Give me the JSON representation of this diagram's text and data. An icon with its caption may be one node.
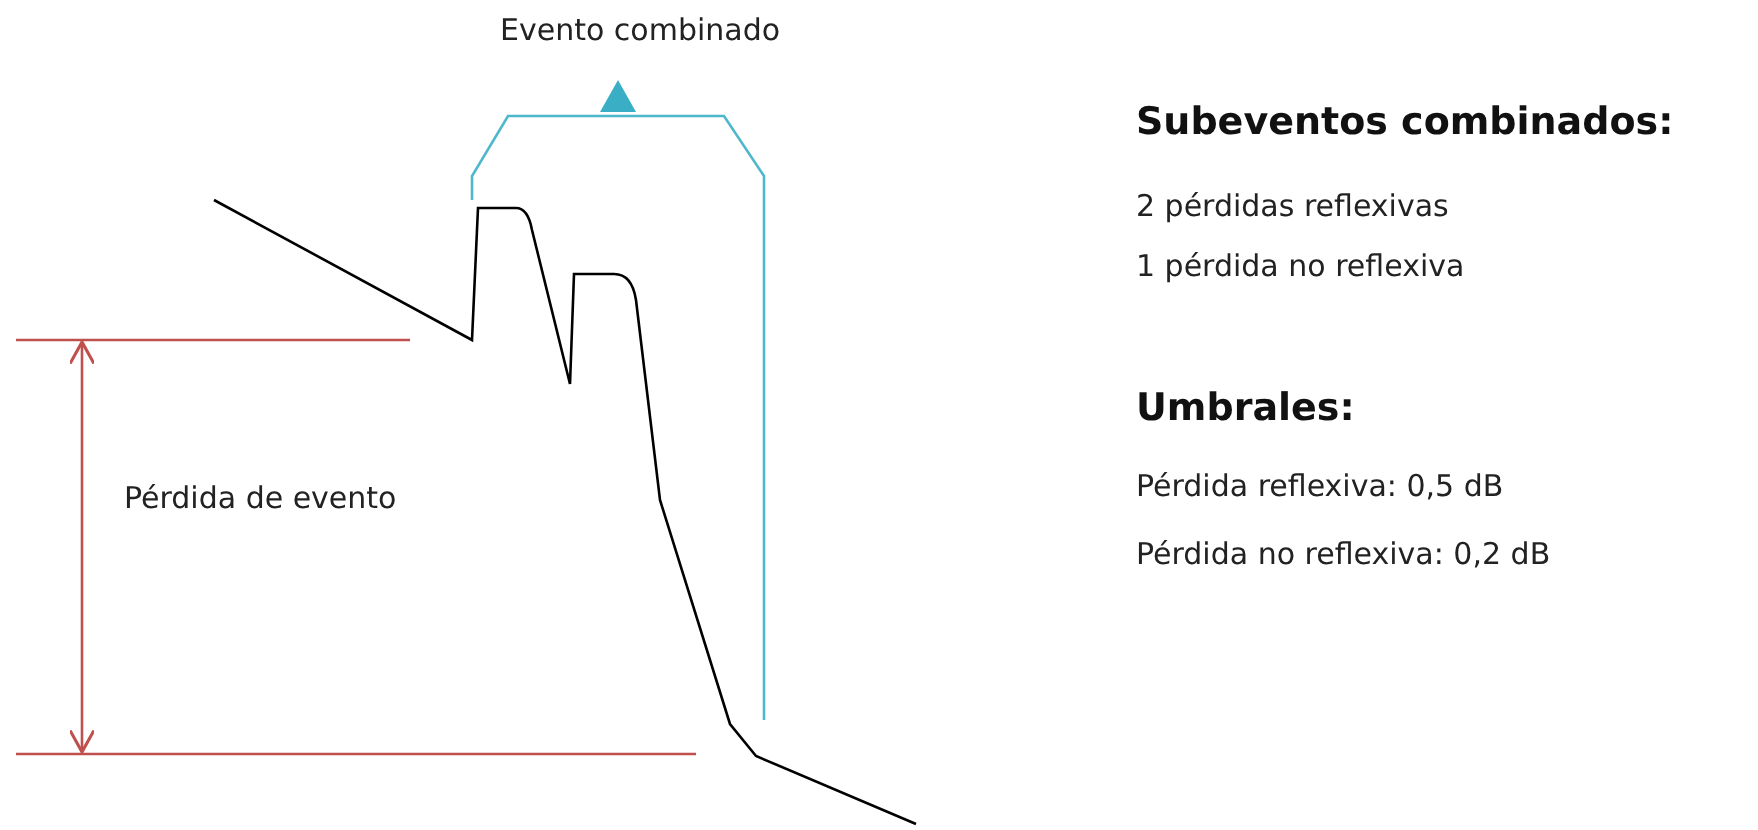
{
  "diagram": {
    "labels": [
      "Evento combinado",
      "Subeventos combinados:",
      "2 pérdidas reflexivas",
      "1 pérdida no reflexiva",
      "Umbrales:",
      "Pérdida reflexiva: 0,5 dB",
      "Pérdida de evento",
      "Pérdida no reflexiva: 0,2 dB"
    ]
  }
}
